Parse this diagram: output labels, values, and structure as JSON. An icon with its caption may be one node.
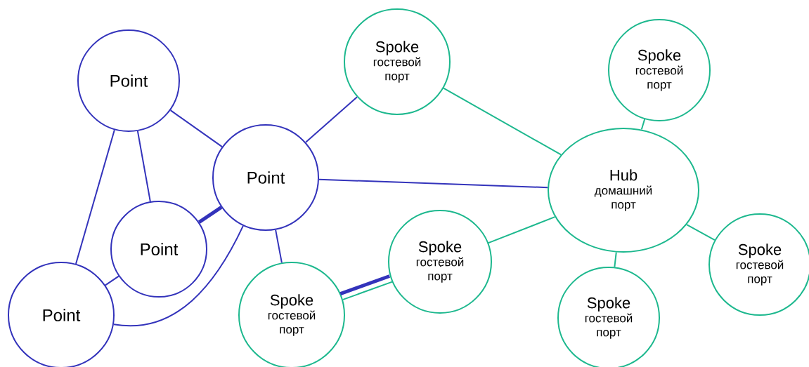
{
  "diagram": {
    "nodes": [
      {
        "text": [
          "Point"
        ]
      },
      {
        "text": [
          "Point"
        ]
      },
      {
        "text": [
          "Point"
        ]
      },
      {
        "text": [
          "Point"
        ]
      },
      {
        "text": [
          "Spoke",
          "гостевой порт"
        ]
      },
      {
        "text": [
          "Spoke",
          "гостевой порт"
        ]
      },
      {
        "text": [
          "Hub",
          "домашний порт"
        ]
      },
      {
        "text": [
          "Spoke",
          "гостевой порт"
        ]
      },
      {
        "text": [
          "Spoke",
          "гостевой порт"
        ]
      },
      {
        "text": [
          "Spoke",
          "гостевой порт"
        ]
      },
      {
        "text": [
          "Spoke",
          "гостевой порт"
        ]
      }
    ],
    "edges": [
      {
        "from": 0,
        "to": 1,
        "arrow": "none"
      },
      {
        "from": 0,
        "to": 2,
        "arrow": "none"
      },
      {
        "from": 0,
        "to": 3,
        "arrow": "none"
      },
      {
        "from": 1,
        "to": 2,
        "arrow": "none",
        "style": "thick"
      },
      {
        "from": 2,
        "to": 3,
        "arrow": "none"
      },
      {
        "from": 1,
        "to": 3,
        "arrow": "none"
      },
      {
        "from": 1,
        "to": 8,
        "arrow": "none"
      },
      {
        "from": 1,
        "to": 4,
        "arrow": "none"
      },
      {
        "from": 1,
        "to": 6,
        "arrow": "none"
      },
      {
        "from": 8,
        "to": 7,
        "arrow": "none",
        "style": "thick"
      },
      {
        "from": 8,
        "to": 7,
        "arrow": "none",
        "color": "#1db88e"
      },
      {
        "from": 4,
        "to": 6,
        "arrow": "none",
        "color": "#1db88e"
      },
      {
        "from": 5,
        "to": 6,
        "arrow": "none",
        "color": "#1db88e"
      },
      {
        "from": 7,
        "to": 6,
        "arrow": "none",
        "color": "#1db88e"
      },
      {
        "from": 9,
        "to": 6,
        "arrow": "none",
        "color": "#1db88e"
      },
      {
        "from": 10,
        "to": 6,
        "arrow": "none",
        "color": "#1db88e"
      }
    ]
  }
}
